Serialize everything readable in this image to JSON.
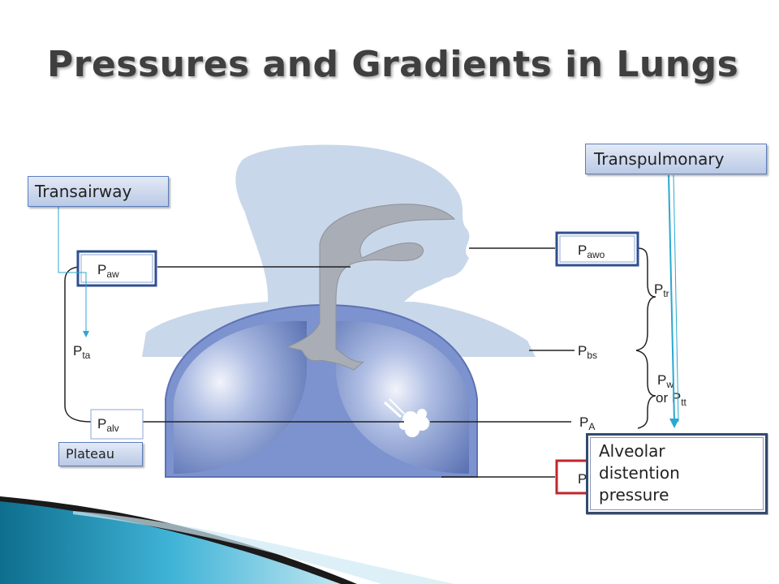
{
  "title": "Pressures and Gradients in Lungs",
  "callouts": {
    "transairway": "Transairway",
    "transpulmonary": "Transpulmonary",
    "plateau": "Plateau",
    "alveolar_line1": "Alveolar",
    "alveolar_line2": "distention",
    "alveolar_line3": "pressure"
  },
  "pressure_labels": {
    "p_aw": {
      "base": "P",
      "sub": "aw"
    },
    "p_ta": {
      "base": "P",
      "sub": "ta"
    },
    "p_alv": {
      "base": "P",
      "sub": "alv"
    },
    "p_awo": {
      "base": "P",
      "sub": "awo"
    },
    "p_tr": {
      "base": "P",
      "sub": "tr"
    },
    "p_bs": {
      "base": "P",
      "sub": "bs"
    },
    "p_w": {
      "base": "P",
      "sub": "w"
    },
    "or_p_tt": {
      "prefix": "or ",
      "base": "P",
      "sub": "tt"
    },
    "p_a": {
      "base": "P",
      "sub": "A"
    },
    "p_hidden": {
      "base": "P",
      "sub": ""
    }
  },
  "colors": {
    "body_fill": "#c9d7ea",
    "lung_fill": "#6f86c2",
    "lung_highlight": "#e8ecf8",
    "airway_fill": "#a9adb5",
    "box_blue": "#2f4f8f",
    "box_red": "#c0262d",
    "arrow_cyan": "#2aa8d0",
    "teal_accent": "#1b8fb5"
  }
}
